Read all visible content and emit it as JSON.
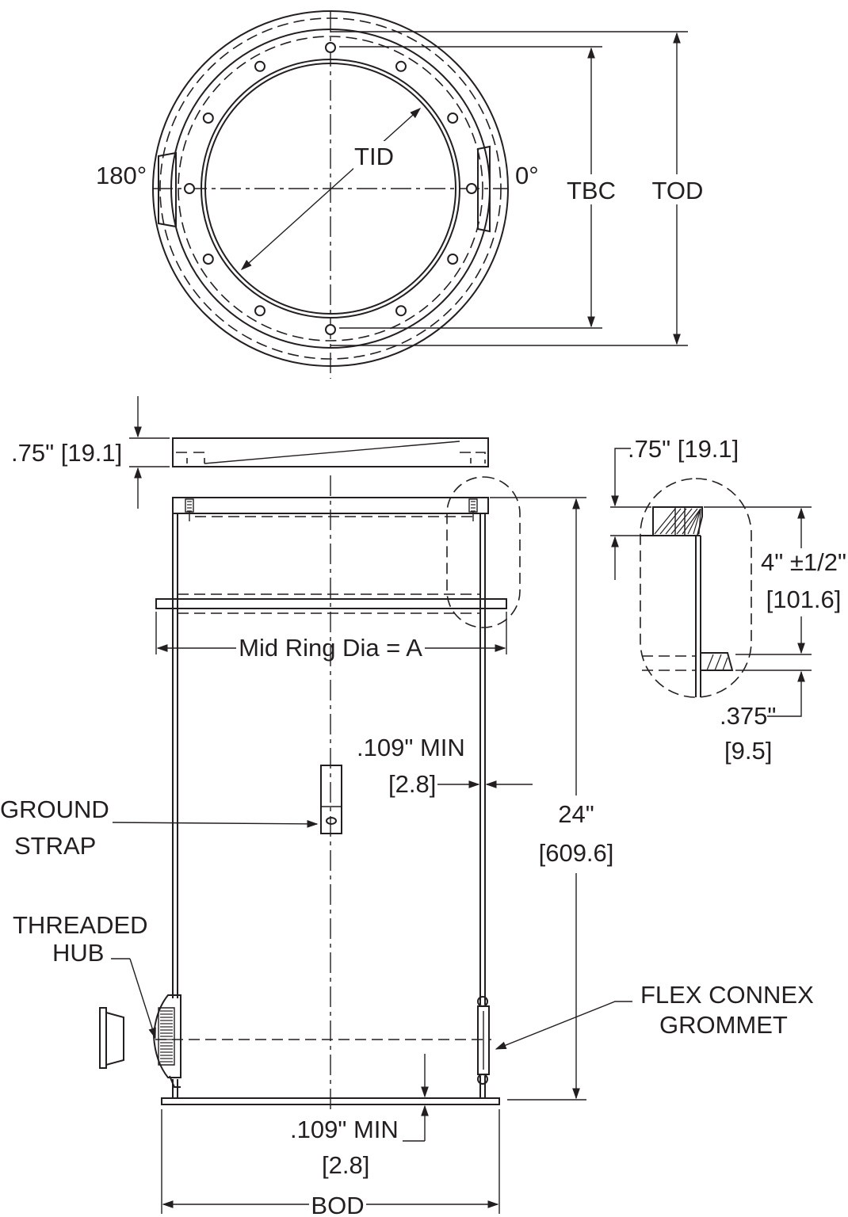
{
  "top_view": {
    "label_tid": "TID",
    "label_tbc": "TBC",
    "label_tod": "TOD",
    "angle_180": "180°",
    "angle_0": "0°",
    "bolt_hole_count": 12
  },
  "cover": {
    "thickness": ".75\" [19.1]"
  },
  "body": {
    "mid_ring": "Mid Ring Dia = A",
    "wall_min": ".109\" MIN",
    "wall_min_mm": "[2.8]",
    "height": "24\"",
    "height_mm": "[609.6]",
    "base_min": ".109\" MIN",
    "base_min_mm": "[2.8]",
    "bod": "BOD"
  },
  "callouts": {
    "ground_strap_1": "GROUND",
    "ground_strap_2": "STRAP",
    "threaded_hub_1": "THREADED",
    "threaded_hub_2": "HUB",
    "grommet_1": "FLEX CONNEX",
    "grommet_2": "GROMMET"
  },
  "detail": {
    "flange": ".75\" [19.1]",
    "offset": "4\" ±1/2\"",
    "offset_mm": "[101.6]",
    "ring": ".375\"",
    "ring_mm": "[9.5]"
  }
}
